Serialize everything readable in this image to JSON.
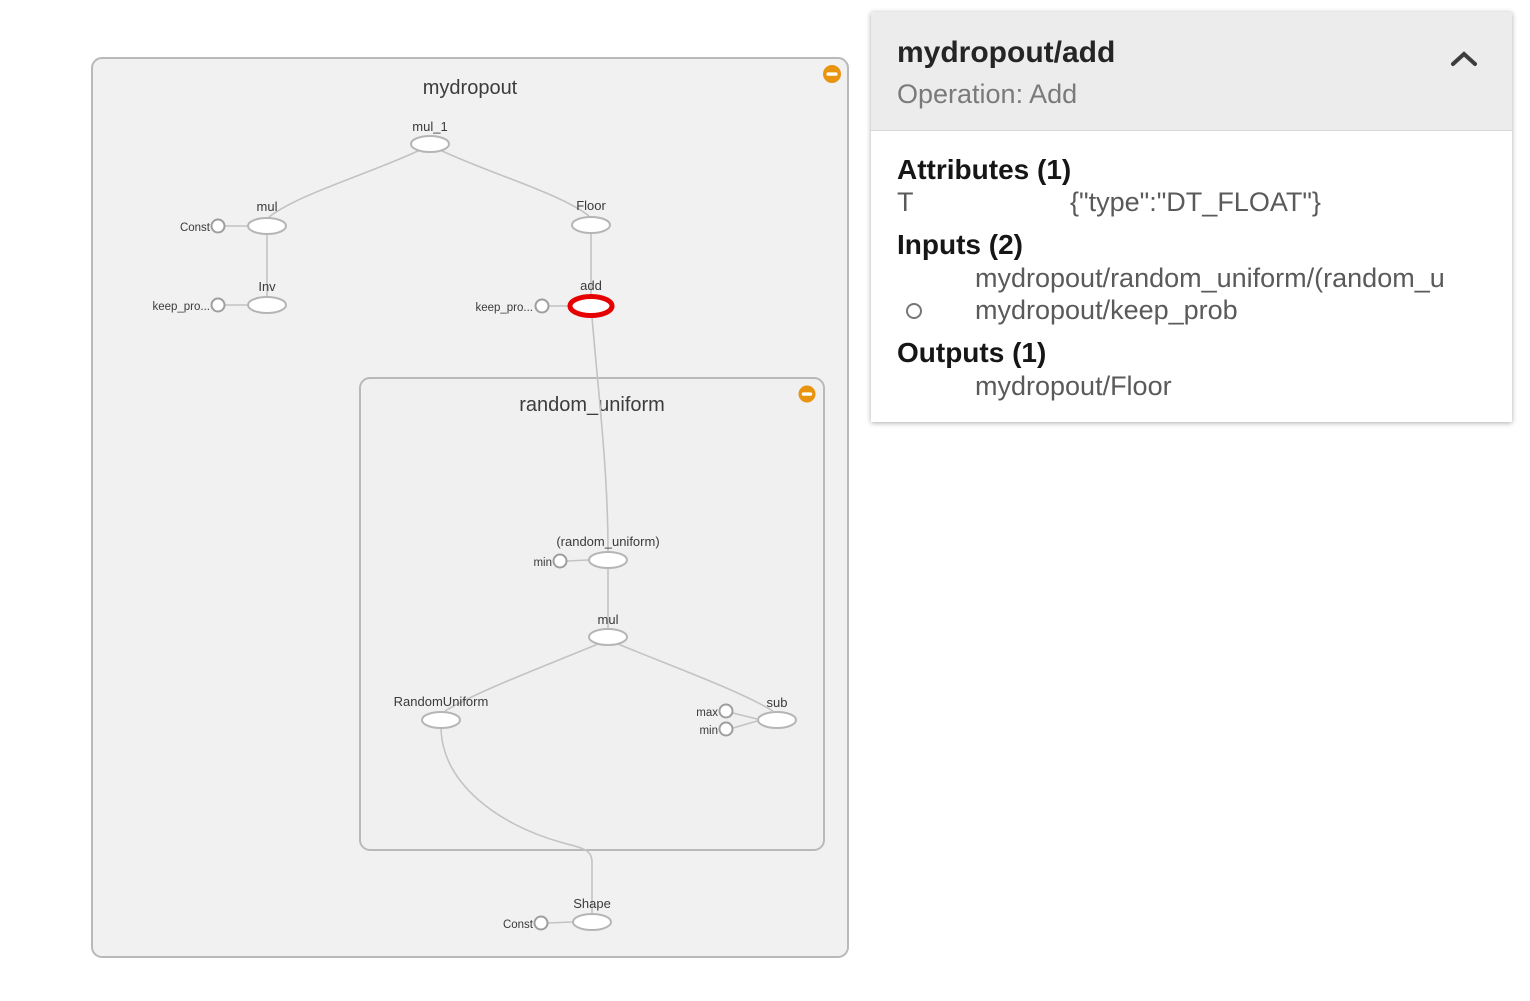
{
  "graph": {
    "root_group": {
      "label": "mydropout"
    },
    "sub_group": {
      "label": "random_uniform"
    },
    "nodes": {
      "mul_1": {
        "label": "mul_1"
      },
      "mul": {
        "label": "mul"
      },
      "floor": {
        "label": "Floor"
      },
      "inv": {
        "label": "Inv"
      },
      "add": {
        "label": "add",
        "highlighted": true
      },
      "random_uniform_out": {
        "label": "(random_uniform)"
      },
      "mul_inner": {
        "label": "mul"
      },
      "random_uniform_op": {
        "label": "RandomUniform"
      },
      "sub": {
        "label": "sub"
      },
      "shape": {
        "label": "Shape"
      }
    },
    "annotations": {
      "const_mul": {
        "label": "Const"
      },
      "keep_prob_inv": {
        "label": "keep_pro..."
      },
      "keep_prob_add": {
        "label": "keep_pro..."
      },
      "min_random_uniform": {
        "label": "min"
      },
      "max_sub": {
        "label": "max"
      },
      "min_sub": {
        "label": "min"
      },
      "const_shape": {
        "label": "Const"
      }
    },
    "colors": {
      "group_fill": "#f1f1f1",
      "group_stroke": "#b9b9b9",
      "edge": "#c3c3c3",
      "node_stroke": "#b5b5b5",
      "node_fill": "#ffffff",
      "highlight_red": "#e60000",
      "collapse_orange": "#e8940e"
    }
  },
  "info_card": {
    "title": "mydropout/add",
    "operation": "Operation: Add",
    "attributes_header": "Attributes (1)",
    "attributes": [
      {
        "key": "T",
        "value": "{\"type\":\"DT_FLOAT\"}"
      }
    ],
    "inputs_header": "Inputs (2)",
    "inputs": [
      "mydropout/random_uniform/(random_u",
      "mydropout/keep_prob"
    ],
    "outputs_header": "Outputs (1)",
    "outputs": [
      "mydropout/Floor"
    ]
  }
}
